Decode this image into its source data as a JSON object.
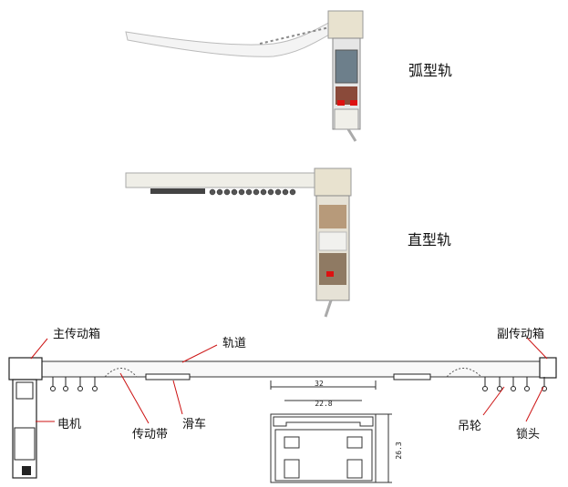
{
  "captions": {
    "curved": "弧型轨",
    "straight": "直型轨"
  },
  "labels": {
    "main_box": "主传动箱",
    "track": "轨道",
    "sub_box": "副传动箱",
    "motor": "电机",
    "belt": "传动带",
    "trolley": "滑车",
    "hanger_wheel": "吊轮",
    "lock": "锁头"
  },
  "dimensions": {
    "outer_width": "32",
    "inner_width": "22.8",
    "height": "26.3"
  },
  "colors": {
    "leader": "#cc1111",
    "track_body": "#f2f0e8",
    "outline": "#333333"
  }
}
